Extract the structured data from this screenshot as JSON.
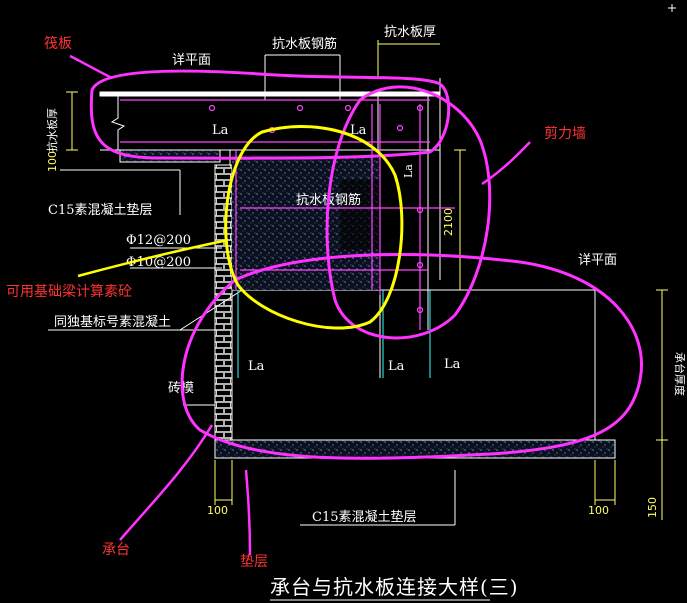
{
  "labels": {
    "raft_slab": "筏板",
    "shear_wall": "剪力墙",
    "usable_concrete": "可用基础梁计算素砼",
    "pile_cap": "承台",
    "cushion": "垫层",
    "see_plan_top": "详平面",
    "see_plan_right": "详平面",
    "waterproof_rebar": "抗水板钢筋",
    "waterproof_thickness": "抗水板厚",
    "waterproof_thickness_left": "抗水板厚",
    "waterproof_rebar_inner": "抗水板钢筋",
    "c15_upper": "C15素混凝土垫层",
    "c15_lower": "C15素混凝土垫层",
    "rebar_1": "Φ12@200",
    "rebar_2": "Φ10@200",
    "same_grade_concrete": "同独基标号素混凝土",
    "brick_mold": "砖模",
    "cap_thickness": "承台厚度",
    "la_1": "La",
    "la_2": "La",
    "la_3": "La",
    "la_4": "La",
    "la_5": "La",
    "la_6": "La",
    "dim_100_left": "100",
    "dim_100_right": "100",
    "dim_100_top": "100",
    "dim_150": "150",
    "dim_2100": "2100",
    "title": "承台与抗水板连接大样(三)"
  },
  "colors": {
    "background": "#000000",
    "line": "#ffffff",
    "magenta_outline": "#ff33ff",
    "yellow_outline": "#ffff00",
    "annotation": "#ff3333",
    "rebar": "#ff44ff",
    "dimension": "#ffff66",
    "cyan_line": "#33ffff"
  }
}
